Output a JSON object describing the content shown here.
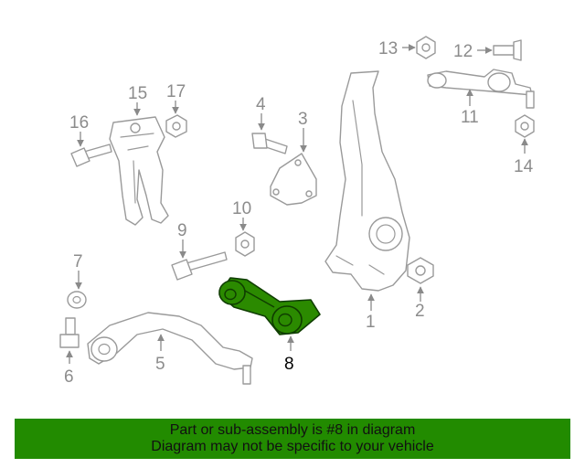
{
  "diagram": {
    "callouts": {
      "c1": "1",
      "c2": "2",
      "c3": "3",
      "c4": "4",
      "c5": "5",
      "c6": "6",
      "c7": "7",
      "c8": "8",
      "c9": "9",
      "c10": "10",
      "c11": "11",
      "c12": "12",
      "c13": "13",
      "c14": "14",
      "c15": "15",
      "c16": "16",
      "c17": "17"
    },
    "highlighted_part": "8",
    "colors": {
      "highlight": "#2b8a00",
      "footer": "#228b00",
      "linework": "#9a9a9a"
    }
  },
  "footer": {
    "line1": "Part or sub-assembly is #8 in diagram",
    "line2": "Diagram may not be specific to your vehicle"
  }
}
